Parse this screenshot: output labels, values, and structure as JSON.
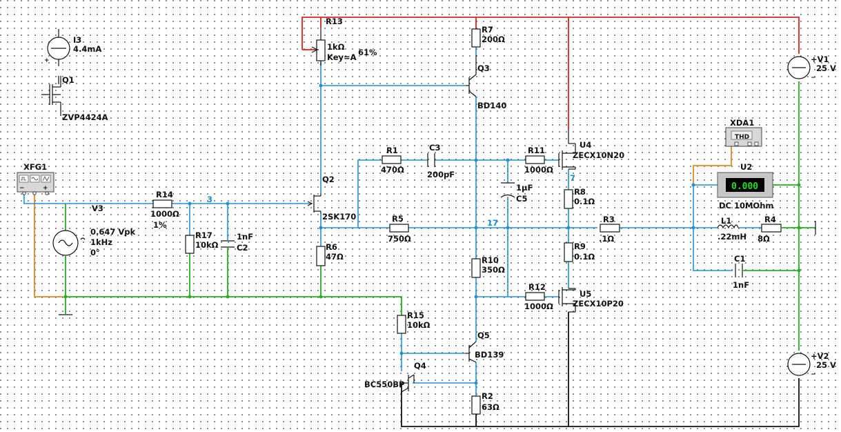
{
  "components": {
    "I3": {
      "name": "I3",
      "value": "4.4mA"
    },
    "Q1": {
      "name": "Q1",
      "model": "ZVP4424A"
    },
    "R13": {
      "name": "R13",
      "value": "1kΩ",
      "key": "Key=A",
      "setting": "61%"
    },
    "R7": {
      "name": "R7",
      "value": "200Ω"
    },
    "Q3": {
      "name": "Q3",
      "model": "BD140"
    },
    "V1": {
      "name": "+V1",
      "value": "25 V"
    },
    "XDA1": {
      "name": "XDA1",
      "label": "THD"
    },
    "U2": {
      "name": "U2",
      "reading": "0.000",
      "mode": "DC  10MOhm"
    },
    "U4": {
      "name": "U4",
      "model": "ZECX10N20"
    },
    "R11": {
      "name": "R11",
      "value": "1000Ω"
    },
    "R1": {
      "name": "R1",
      "value": "470Ω"
    },
    "C3": {
      "name": "C3",
      "value": "200pF"
    },
    "C5": {
      "name": "C5",
      "value": "1µF"
    },
    "R8": {
      "name": "R8",
      "value": "0.1Ω"
    },
    "XFG1": {
      "name": "XFG1"
    },
    "R14": {
      "name": "R14",
      "value": "1000Ω",
      "tolerance": "1%"
    },
    "Q2": {
      "name": "Q2",
      "model": "2SK170"
    },
    "V3": {
      "name": "V3",
      "amplitude": "0.647 Vpk",
      "frequency": "1kHz",
      "phase": "0°"
    },
    "R17": {
      "name": "R17",
      "value": "10kΩ"
    },
    "C2": {
      "name": "C2",
      "value": "1nF"
    },
    "R5": {
      "name": "R5",
      "value": "750Ω"
    },
    "R3": {
      "name": "R3",
      "value": ".1Ω"
    },
    "L1": {
      "name": "L1",
      "value": ".22mH"
    },
    "R4": {
      "name": "R4",
      "value": "8Ω"
    },
    "R6": {
      "name": "R6",
      "value": "47Ω"
    },
    "R10": {
      "name": "R10",
      "value": "350Ω"
    },
    "R9": {
      "name": "R9",
      "value": "0.1Ω"
    },
    "C1": {
      "name": "C1",
      "value": "1nF"
    },
    "R12": {
      "name": "R12",
      "value": "1000Ω"
    },
    "U5": {
      "name": "U5",
      "model": "ZECX10P20"
    },
    "R15": {
      "name": "R15",
      "value": "10kΩ"
    },
    "Q5": {
      "name": "Q5",
      "model": "BD139"
    },
    "Q4": {
      "name": "Q4",
      "model": "BC550BP"
    },
    "R2": {
      "name": "R2",
      "value": "63Ω"
    },
    "V2": {
      "name": "+V2",
      "value": "25 V"
    }
  },
  "nets": {
    "n3": "3",
    "n7": "7",
    "n17": "17"
  },
  "wire_colors": {
    "signal": "#2090d8",
    "positive_rail": "#e02020",
    "ground": "#20b020",
    "negative_rail": "#111111",
    "generator": "#e08a20"
  }
}
